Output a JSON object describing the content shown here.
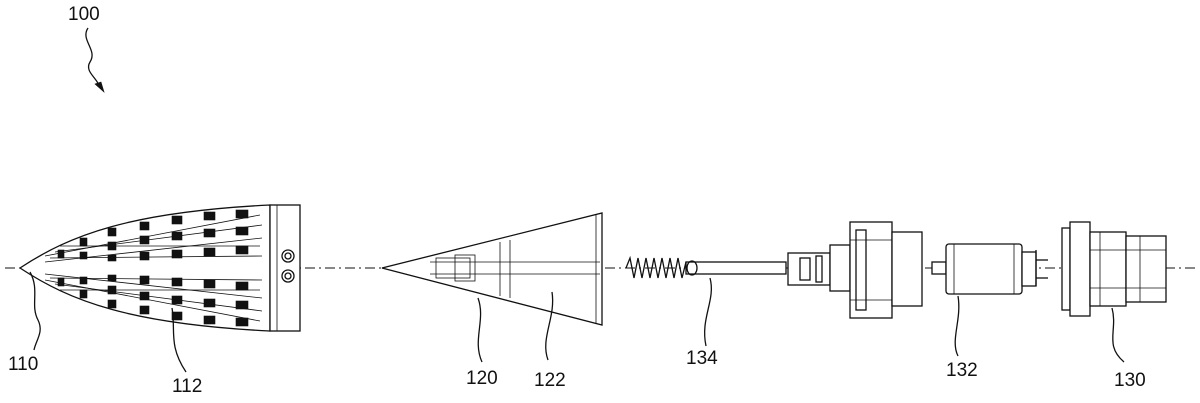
{
  "figure": {
    "labels": {
      "assembly": "100",
      "tip": "110",
      "shell": "112",
      "cone": "120",
      "cone_body": "122",
      "spring": "134",
      "cartridge": "132",
      "base": "130"
    }
  }
}
